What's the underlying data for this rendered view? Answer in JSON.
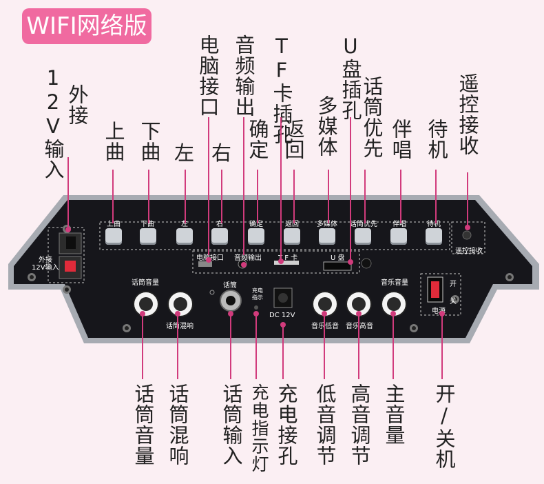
{
  "badge": "WIFI网络版",
  "callouts": {
    "ext12v": [
      "外接",
      "12V输入"
    ],
    "pc": "电脑接口",
    "audio_out": "音频输出",
    "tf": "TF卡插孔",
    "usb": "U盘插孔",
    "mic_priority": "话筒优先",
    "remote": "遥控接收",
    "prev": "上曲",
    "next": "下曲",
    "left": "左",
    "right": "右",
    "ok": "确定",
    "back": "返回",
    "media": "多媒体",
    "accomp": "伴唱",
    "standby": "待机",
    "mic_vol": "话筒音量",
    "mic_echo": "话筒混响",
    "mic_in": "话筒输入",
    "charge_led": "充电指示灯",
    "charge_port": "充电接孔",
    "bass": "低音调节",
    "treble": "高音调节",
    "main_vol": "主音量",
    "power": "开/关机"
  },
  "panel": {
    "buttons": [
      "上曲",
      "下曲",
      "左",
      "右",
      "确定",
      "返回",
      "多媒体",
      "话筒优先",
      "伴唱",
      "待机"
    ],
    "ext_label": [
      "外接",
      "12V输入"
    ],
    "remote_label": "遥控接收",
    "pc_label": "电脑接口",
    "audio_label": "音频输出",
    "tf_label": "T F 卡",
    "usb_label": "U 盘",
    "mic_vol_label": "话筒音量",
    "mic_echo_label": "话筒混响",
    "mic_label": "话筒",
    "charge_led_label": [
      "充电",
      "指示"
    ],
    "dc_label": "DC   12V",
    "bass_label": "音乐低音",
    "treble_label": "音乐高音",
    "music_vol_label": "音乐音量",
    "switch_on": "开",
    "switch_off": "关",
    "power_label": "电源"
  }
}
